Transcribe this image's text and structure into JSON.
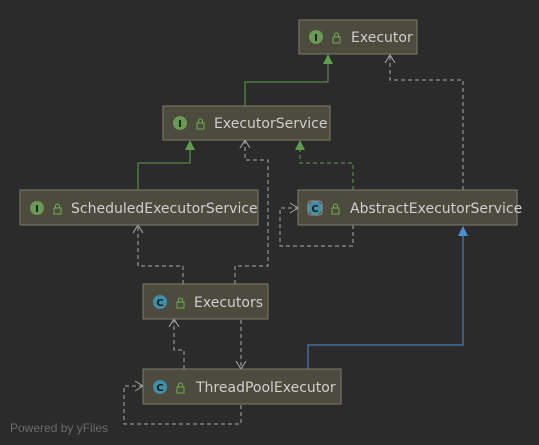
{
  "diagram": {
    "nodes": {
      "executor": {
        "kind": "interface",
        "badge": "I",
        "name": "Executor"
      },
      "executor_service": {
        "kind": "interface",
        "badge": "I",
        "name": "ExecutorService"
      },
      "scheduled_executor_service": {
        "kind": "interface",
        "badge": "I",
        "name": "ScheduledExecutorService"
      },
      "abstract_executor_service": {
        "kind": "abstract-class",
        "badge": "C",
        "name": "AbstractExecutorService"
      },
      "executors": {
        "kind": "class",
        "badge": "C",
        "name": "Executors"
      },
      "thread_pool_executor": {
        "kind": "class",
        "badge": "C",
        "name": "ThreadPoolExecutor"
      }
    },
    "edges": [
      {
        "from": "executor_service",
        "to": "executor",
        "relation": "extends",
        "style": "solid-green"
      },
      {
        "from": "scheduled_executor_service",
        "to": "executor_service",
        "relation": "extends",
        "style": "solid-green"
      },
      {
        "from": "abstract_executor_service",
        "to": "executor_service",
        "relation": "implements",
        "style": "dashed-green"
      },
      {
        "from": "abstract_executor_service",
        "to": "executor",
        "relation": "dependency",
        "style": "dashed-gray"
      },
      {
        "from": "executors",
        "to": "scheduled_executor_service",
        "relation": "dependency",
        "style": "dashed-gray"
      },
      {
        "from": "executors",
        "to": "executor_service",
        "relation": "dependency",
        "style": "dashed-gray"
      },
      {
        "from": "executors",
        "to": "thread_pool_executor",
        "relation": "dependency",
        "style": "dashed-gray"
      },
      {
        "from": "thread_pool_executor",
        "to": "executors",
        "relation": "dependency",
        "style": "dashed-gray"
      },
      {
        "from": "thread_pool_executor",
        "to": "abstract_executor_service",
        "relation": "extends",
        "style": "solid-blue"
      },
      {
        "from": "abstract_executor_service",
        "to": "abstract_executor_service",
        "relation": "self-dependency",
        "style": "dashed-gray"
      },
      {
        "from": "thread_pool_executor",
        "to": "thread_pool_executor",
        "relation": "self-dependency",
        "style": "dashed-gray"
      }
    ],
    "colors": {
      "background": "#2b2b2b",
      "node_fill": "#4d4a3e",
      "node_border": "#7f7c6c",
      "node_text": "#cfcfcf",
      "interface_badge": "#6a9955",
      "class_badge": "#3f8fa8",
      "lock_icon": "#6ab04c",
      "edge_green": "#5e9c4e",
      "edge_gray": "#a8a8a8",
      "edge_blue": "#4a8fd6"
    },
    "icons": {
      "interface": "interface-i-icon",
      "class": "class-c-icon",
      "abstract_class": "abstract-class-c-icon",
      "visibility": "lock-icon"
    }
  },
  "footer": {
    "text": "Powered by yFiles"
  }
}
